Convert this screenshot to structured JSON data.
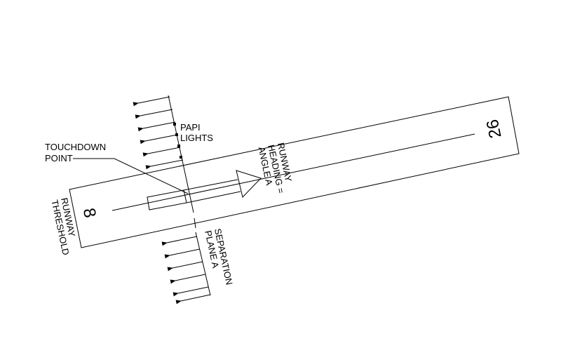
{
  "labels": {
    "papi_line1": "PAPI",
    "papi_line2": "LIGHTS",
    "touchdown_line1": "TOUCHDOWN",
    "touchdown_line2": "POINT",
    "threshold_line1": "RUNWAY",
    "threshold_line2": "THRESHOLD",
    "heading_line1": "RUNWAY",
    "heading_line2": "HEADING =",
    "heading_line3": "ANGLE A",
    "separation_line1": "SEPARATION",
    "separation_line2": "PLANE A"
  },
  "runway": {
    "start_number": "8",
    "end_number": "26"
  },
  "colors": {
    "line": "#000000",
    "background": "#ffffff"
  }
}
